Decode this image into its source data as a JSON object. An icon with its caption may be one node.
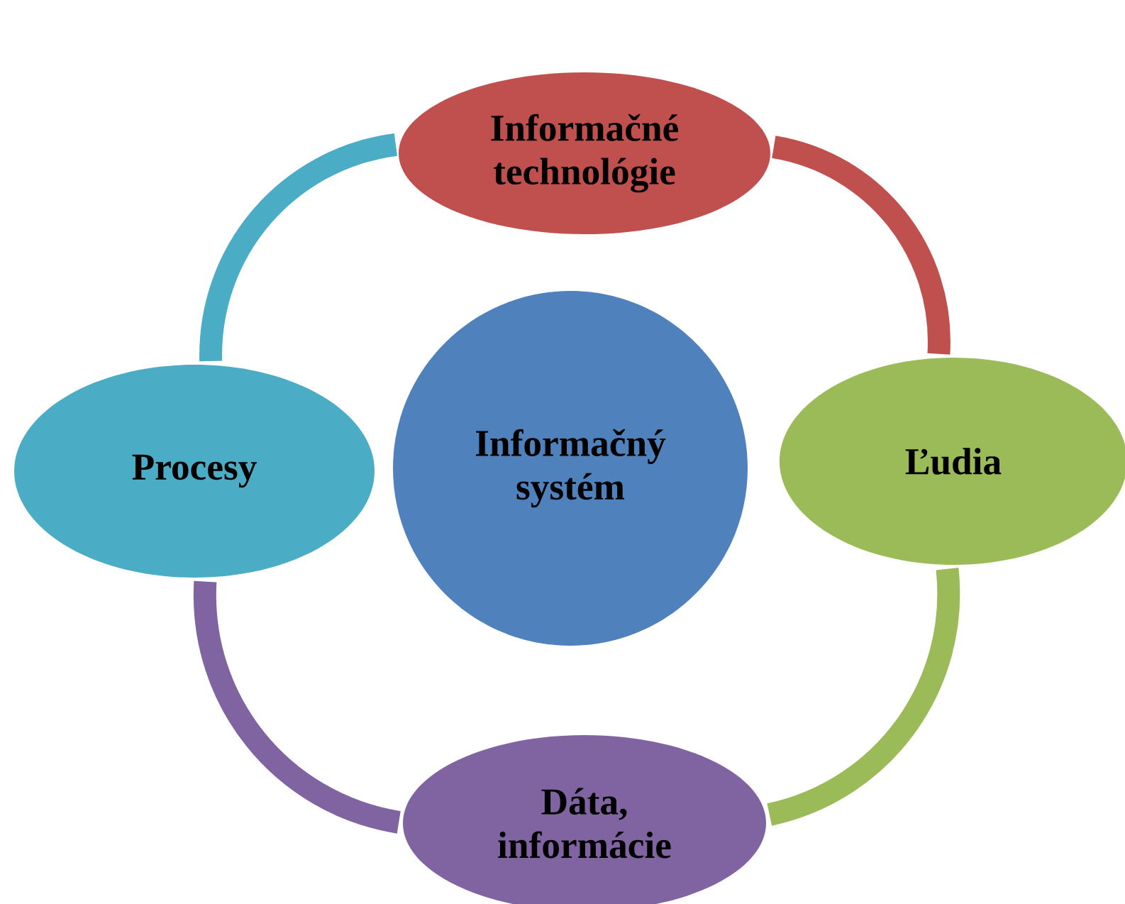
{
  "diagram": {
    "nodes": [
      {
        "text": [
          "Informačné technológie"
        ]
      },
      {
        "text": [
          "Informačný systém"
        ]
      },
      {
        "text": [
          "Ľudia"
        ]
      },
      {
        "text": [
          "Dáta, informácie"
        ]
      },
      {
        "text": [
          "Procesy"
        ]
      }
    ],
    "edges": [
      {
        "from": 0,
        "to": 2,
        "arrow": "none",
        "color": "#c0504d"
      },
      {
        "from": 2,
        "to": 3,
        "arrow": "none",
        "color": "#9bbb59"
      },
      {
        "from": 3,
        "to": 4,
        "arrow": "none",
        "color": "#8064a2"
      },
      {
        "from": 4,
        "to": 0,
        "arrow": "none",
        "color": "#4bacc6"
      }
    ]
  }
}
